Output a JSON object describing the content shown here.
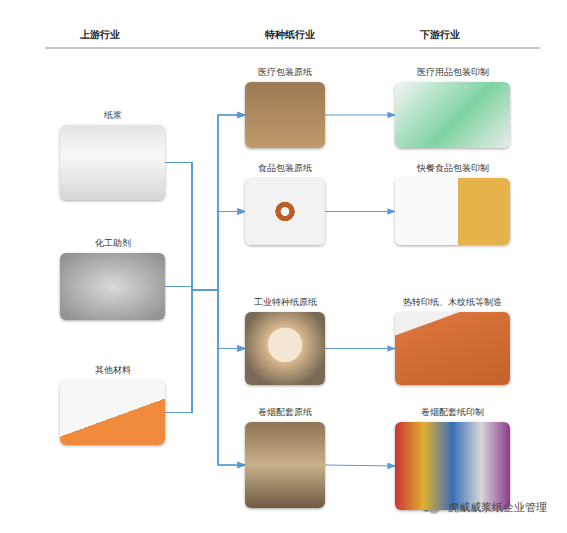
{
  "diagram": {
    "nodes": [
      {
        "text": [
          "纸浆"
        ]
      },
      {
        "text": [
          "化工助剂"
        ]
      },
      {
        "text": [
          "其他材料"
        ]
      },
      {
        "text": [
          "医疗包装原纸"
        ]
      },
      {
        "text": [
          "食品包装原纸"
        ]
      },
      {
        "text": [
          "工业特种纸原纸"
        ]
      },
      {
        "text": [
          "卷烟配套原纸"
        ]
      },
      {
        "text": [
          "医疗用品包装印制"
        ]
      },
      {
        "text": [
          "快餐食品包装印制"
        ]
      },
      {
        "text": [
          "热转印纸、木纹纸等制造"
        ]
      },
      {
        "text": [
          "卷烟配套纸印制"
        ]
      }
    ],
    "edges": [
      {
        "from": 0,
        "to": 3,
        "arrow": "to"
      },
      {
        "from": 0,
        "to": 4,
        "arrow": "to"
      },
      {
        "from": 0,
        "to": 5,
        "arrow": "to"
      },
      {
        "from": 0,
        "to": 6,
        "arrow": "to"
      },
      {
        "from": 1,
        "to": 3,
        "arrow": "to"
      },
      {
        "from": 1,
        "to": 4,
        "arrow": "to"
      },
      {
        "from": 1,
        "to": 5,
        "arrow": "to"
      },
      {
        "from": 1,
        "to": 6,
        "arrow": "to"
      },
      {
        "from": 2,
        "to": 3,
        "arrow": "to"
      },
      {
        "from": 2,
        "to": 4,
        "arrow": "to"
      },
      {
        "from": 2,
        "to": 5,
        "arrow": "to"
      },
      {
        "from": 2,
        "to": 6,
        "arrow": "to"
      },
      {
        "from": 3,
        "to": 7,
        "arrow": "to"
      },
      {
        "from": 4,
        "to": 8,
        "arrow": "to"
      },
      {
        "from": 5,
        "to": 9,
        "arrow": "to"
      },
      {
        "from": 6,
        "to": 10,
        "arrow": "to"
      }
    ],
    "labels": [
      "上游行业",
      "特种纸行业",
      "下游行业",
      "虎威威浆纸企业管理"
    ]
  }
}
